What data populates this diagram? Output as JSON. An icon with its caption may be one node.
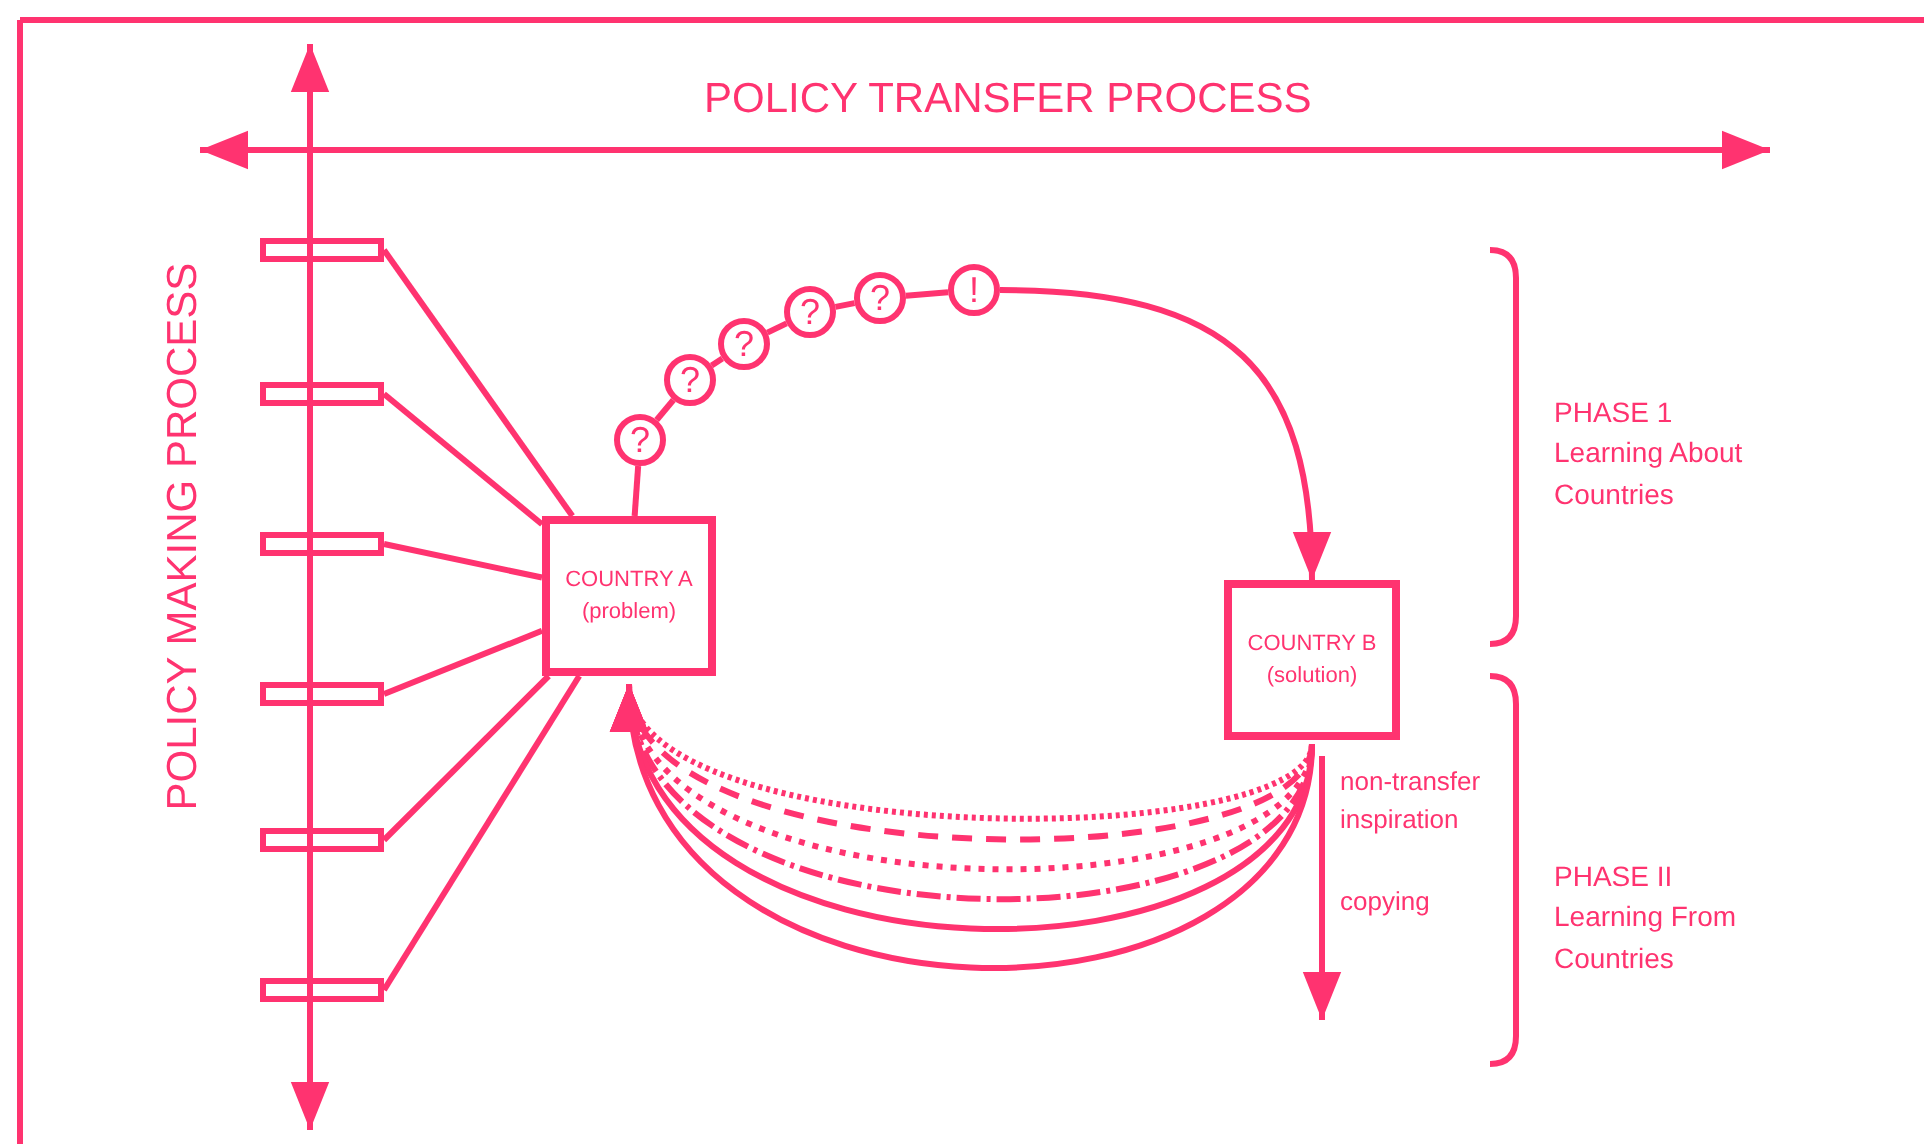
{
  "diagram": {
    "nodes": [
      {
        "text": [
          "COUNTRY A (problem)"
        ]
      },
      {
        "text": [
          "?"
        ]
      },
      {
        "text": [
          "?"
        ]
      },
      {
        "text": [
          "?"
        ]
      },
      {
        "text": [
          "?"
        ]
      },
      {
        "text": [
          "?"
        ]
      },
      {
        "text": [
          "!"
        ]
      },
      {
        "text": [
          "COUNTRY B (solution)"
        ]
      },
      {
        "text": [],
        "shape": "bar"
      },
      {
        "text": [],
        "shape": "bar"
      },
      {
        "text": [],
        "shape": "bar"
      },
      {
        "text": [],
        "shape": "bar"
      },
      {
        "text": [],
        "shape": "bar"
      },
      {
        "text": [],
        "shape": "bar"
      }
    ],
    "edges": [
      {
        "from": 0,
        "to": 1,
        "arrow": "none"
      },
      {
        "from": 1,
        "to": 2,
        "arrow": "none"
      },
      {
        "from": 2,
        "to": 3,
        "arrow": "none"
      },
      {
        "from": 3,
        "to": 4,
        "arrow": "none"
      },
      {
        "from": 4,
        "to": 5,
        "arrow": "none"
      },
      {
        "from": 5,
        "to": 6,
        "arrow": "none"
      },
      {
        "from": 6,
        "to": 7,
        "arrow": "to"
      },
      {
        "from": 8,
        "to": 0,
        "arrow": "none"
      },
      {
        "from": 9,
        "to": 0,
        "arrow": "none"
      },
      {
        "from": 10,
        "to": 0,
        "arrow": "none"
      },
      {
        "from": 11,
        "to": 0,
        "arrow": "none"
      },
      {
        "from": 12,
        "to": 0,
        "arrow": "none"
      },
      {
        "from": 13,
        "to": 0,
        "arrow": "none"
      },
      {
        "from": 7,
        "to": 0,
        "arrow": "to",
        "style": "dashed"
      },
      {
        "from": 7,
        "to": 0,
        "arrow": "to",
        "style": "dashed"
      },
      {
        "from": 7,
        "to": 0,
        "arrow": "to",
        "style": "dashed"
      },
      {
        "from": 7,
        "to": 0,
        "arrow": "to",
        "style": "dashed"
      },
      {
        "from": 7,
        "to": 0,
        "arrow": "to"
      },
      {
        "from": 7,
        "to": 0,
        "arrow": "to"
      },
      {
        "from": 7,
        "to": null,
        "arrow": "to"
      }
    ],
    "labels": [
      "POLICY TRANSFER PROCESS",
      "POLICY MAKING PROCESS",
      "PHASE 1 Learning About Countries",
      "non-transfer inspiration",
      "copying",
      "PHASE II Learning From Countries"
    ]
  }
}
